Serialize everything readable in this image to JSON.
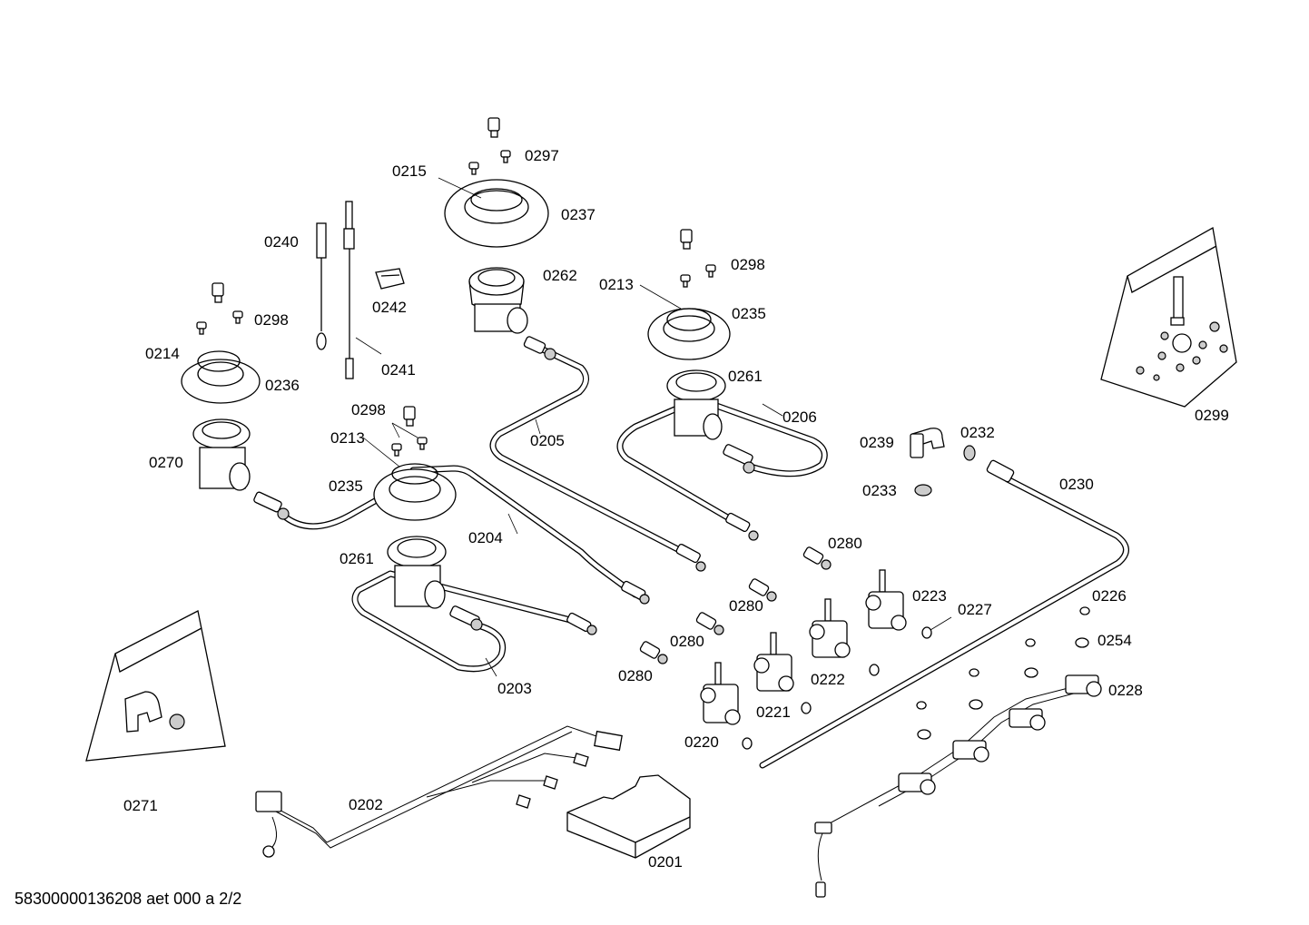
{
  "footer": {
    "text": "58300000136208 aet 000 a 2/2"
  },
  "labels": {
    "l0201": "0201",
    "l0202": "0202",
    "l0203": "0203",
    "l0204": "0204",
    "l0205": "0205",
    "l0206": "0206",
    "l0213a": "0213",
    "l0213b": "0213",
    "l0214": "0214",
    "l0215": "0215",
    "l0220": "0220",
    "l0221": "0221",
    "l0222": "0222",
    "l0223": "0223",
    "l0226": "0226",
    "l0227": "0227",
    "l0228": "0228",
    "l0230": "0230",
    "l0232": "0232",
    "l0233": "0233",
    "l0235a": "0235",
    "l0235b": "0235",
    "l0236": "0236",
    "l0237": "0237",
    "l0239": "0239",
    "l0240": "0240",
    "l0241": "0241",
    "l0242": "0242",
    "l0254": "0254",
    "l0261a": "0261",
    "l0261b": "0261",
    "l0262": "0262",
    "l0270": "0270",
    "l0271": "0271",
    "l0280a": "0280",
    "l0280b": "0280",
    "l0280c": "0280",
    "l0280d": "0280",
    "l0297": "0297",
    "l0298a": "0298",
    "l0298b": "0298",
    "l0298c": "0298",
    "l0299": "0299"
  }
}
